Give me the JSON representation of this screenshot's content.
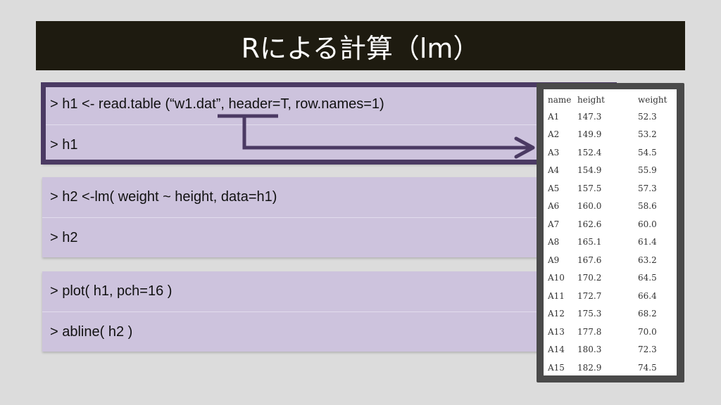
{
  "slide": {
    "title": "Rによる計算（lm）"
  },
  "code_blocks": [
    {
      "lines": [
        "> h1 <- read.table (“w1.dat”, header=T, row.names=1)",
        "> h1"
      ]
    },
    {
      "lines": [
        "> h2  <-lm( weight ~ height, data=h1)",
        "> h2"
      ]
    },
    {
      "lines": [
        "> plot( h1, pch=16  )",
        "> abline( h2 )"
      ]
    }
  ],
  "data_table": {
    "headers": [
      "name",
      "height",
      "weight"
    ],
    "rows": [
      [
        "A1",
        "147.3",
        "52.3"
      ],
      [
        "A2",
        "149.9",
        "53.2"
      ],
      [
        "A3",
        "152.4",
        "54.5"
      ],
      [
        "A4",
        "154.9",
        "55.9"
      ],
      [
        "A5",
        "157.5",
        "57.3"
      ],
      [
        "A6",
        "160.0",
        "58.6"
      ],
      [
        "A7",
        "162.6",
        "60.0"
      ],
      [
        "A8",
        "165.1",
        "61.4"
      ],
      [
        "A9",
        "167.6",
        "63.2"
      ],
      [
        "A10",
        "170.2",
        "64.5"
      ],
      [
        "A11",
        "172.7",
        "66.4"
      ],
      [
        "A12",
        "175.3",
        "68.2"
      ],
      [
        "A13",
        "177.8",
        "70.0"
      ],
      [
        "A14",
        "180.3",
        "72.3"
      ],
      [
        "A15",
        "182.9",
        "74.5"
      ]
    ]
  },
  "colors": {
    "background": "#dcdcdc",
    "title_bar": "#1e1b10",
    "title_text": "#ffffff",
    "code_block": "#cdc3dd",
    "highlight": "#4b3a63",
    "table_frame": "#4a4a4a"
  }
}
